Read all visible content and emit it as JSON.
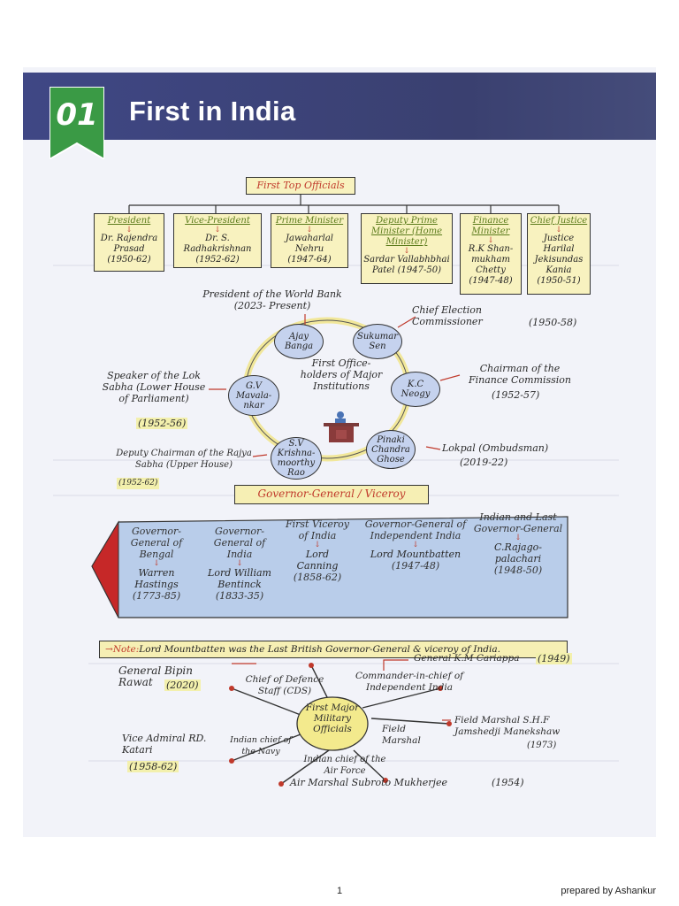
{
  "chapter": {
    "number": "01",
    "title": "First in India"
  },
  "top_officials": {
    "heading": "First Top Officials",
    "boxes": [
      {
        "role": "President",
        "name": "Dr. Rajendra Prasad",
        "years": "(1950-62)"
      },
      {
        "role": "Vice-President",
        "name": "Dr. S. Radhakrishnan",
        "years": "(1952-62)"
      },
      {
        "role": "Prime Minister",
        "name": "Jawaharlal Nehru",
        "years": "(1947-64)"
      },
      {
        "role": "Deputy Prime Minister (Home Minister)",
        "name": "Sardar Vallabhbhai Patel",
        "years": "(1947-50)"
      },
      {
        "role": "Finance Minister",
        "name": "R.K Shan-mukham Chetty",
        "years": "(1947-48)"
      },
      {
        "role": "Chief Justice",
        "name": "Justice Harilal Jekisundas Kania",
        "years": "(1950-51)"
      }
    ]
  },
  "institutions": {
    "center": "First Office-holders of Major Institutions",
    "people": [
      {
        "name": "Ajay Banga",
        "office": "President of the World Bank (2023- Present)"
      },
      {
        "name": "Sukumar Sen",
        "office": "Chief Election Commissioner",
        "years": "(1950-58)"
      },
      {
        "name": "K.C Neogy",
        "office": "Chairman of the Finance Commission",
        "years": "(1952-57)"
      },
      {
        "name": "Pinaki Chandra Ghose",
        "office": "Lokpal (Ombudsman)",
        "years": "(2019-22)"
      },
      {
        "name": "S.V Krishna-moorthy Rao",
        "office": "Deputy Chairman of the Rajya Sabha (Upper House)",
        "years": "(1952-62)"
      },
      {
        "name": "G.V Mavala-nkar",
        "office": "Speaker of the Lok Sabha (Lower House of Parliament)",
        "years": "(1952-56)"
      }
    ]
  },
  "governor_general": {
    "heading": "Governor-General / Viceroy",
    "items": [
      {
        "title": "Governor-General of Bengal",
        "name": "Warren Hastings",
        "years": "(1773-85)"
      },
      {
        "title": "Governor-General of India",
        "name": "Lord William Bentinck",
        "years": "(1833-35)"
      },
      {
        "title": "First Viceroy of India",
        "name": "Lord Canning",
        "years": "(1858-62)"
      },
      {
        "title": "Governor-General of Independent India",
        "name": "Lord Mountbatten",
        "years": "(1947-48)"
      },
      {
        "title": "Indian and Last Governor-General",
        "name": "C.Rajago-palachari",
        "years": "(1948-50)"
      }
    ],
    "note_label": "Note:",
    "note_text": "Lord Mountbatten was the Last British Governor-General & viceroy of India."
  },
  "military": {
    "center": "First Major Military Officials",
    "items": [
      {
        "role": "Chief of Defence Staff (CDS)",
        "name": "General Bipin Rawat",
        "years": "(2020)"
      },
      {
        "role": "Commander-in-chief of Independent India",
        "name": "General K.M Cariappa",
        "years": "(1949)"
      },
      {
        "role": "Field Marshal",
        "name": "Field Marshal S.H.F Jamshedji Manekshaw",
        "years": "(1973)"
      },
      {
        "role": "Indian chief of the Air Force",
        "name": "Air Marshal Subroto Mukherjee",
        "years": "(1954)"
      },
      {
        "role": "Indian chief of the Navy",
        "name": "Vice Admiral RD. Katari",
        "years": "(1958-62)"
      }
    ]
  },
  "footer": {
    "page": "1",
    "credit": "prepared by Ashankur"
  }
}
